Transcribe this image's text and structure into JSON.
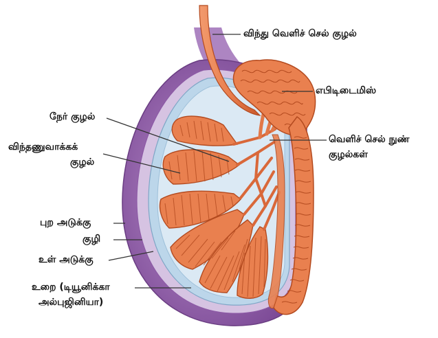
{
  "labels": {
    "vas_deferens": "விந்து வெளிச் செல் குழல்",
    "epididymis": "எபிடிடைமிஸ்",
    "rete_tubule": "நேர் குழல்",
    "efferent_line1": "வெளிச் செல் நுண்",
    "efferent_line2": "குழல்கள்",
    "seminiferous_line1": "விந்தணுவாக்கக்",
    "seminiferous_line2": "குழல்",
    "parietal_layer": "புற அடுக்கு",
    "cavity": "குழி",
    "visceral_layer": "உள் அடுக்கு",
    "tunica_line1": "உறை (டியூனிக்கா",
    "tunica_line2": "அல்புஜினியா)"
  },
  "colors": {
    "outer_sac": "#8d5aa6",
    "outer_sac_light": "#b98fcb",
    "cavity": "#d6c3e2",
    "tunica": "#c7ddee",
    "lobule": "#e9804f",
    "tubule_line": "#b34a1f",
    "duct": "#e97f4e",
    "leader": "#333333"
  }
}
